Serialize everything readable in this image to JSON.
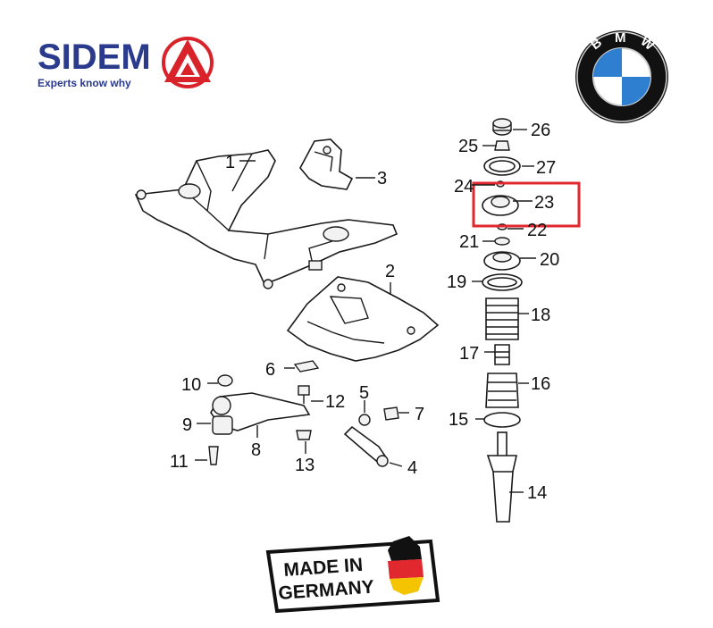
{
  "brand": {
    "name": "SIDEM",
    "tagline": "Experts know why",
    "logo_color": "#2a3a8c",
    "accent_color": "#d8232a"
  },
  "badge": {
    "letters": "BMW",
    "blue": "#2f7fd0"
  },
  "stamp": {
    "line1": "MADE IN",
    "line2": "GERMANY"
  },
  "highlight": {
    "part": "23",
    "color": "#e0282e"
  },
  "callouts": [
    {
      "n": "1"
    },
    {
      "n": "2"
    },
    {
      "n": "3"
    },
    {
      "n": "4"
    },
    {
      "n": "5"
    },
    {
      "n": "6"
    },
    {
      "n": "7"
    },
    {
      "n": "8"
    },
    {
      "n": "9"
    },
    {
      "n": "10"
    },
    {
      "n": "11"
    },
    {
      "n": "12"
    },
    {
      "n": "13"
    },
    {
      "n": "14"
    },
    {
      "n": "15"
    },
    {
      "n": "16"
    },
    {
      "n": "17"
    },
    {
      "n": "18"
    },
    {
      "n": "19"
    },
    {
      "n": "20"
    },
    {
      "n": "21"
    },
    {
      "n": "22"
    },
    {
      "n": "23"
    },
    {
      "n": "24"
    },
    {
      "n": "25"
    },
    {
      "n": "26"
    },
    {
      "n": "27"
    }
  ]
}
